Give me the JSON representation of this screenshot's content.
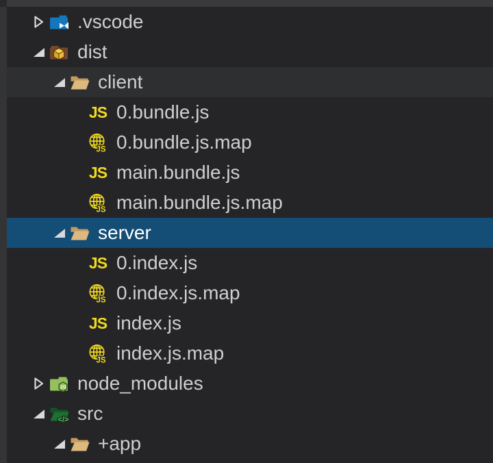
{
  "colors": {
    "bg": "#252527",
    "strip": "#3a3a3c",
    "strip-left": "#343436",
    "corner": "#29292b",
    "hover": "#2d2f31",
    "selection": "#144d75",
    "text": "#cfcfcf",
    "text-selected": "#ffffff",
    "twisty": "#d9d9d9",
    "js-yellow": "#f2da1e",
    "vscode-blue": "#1277bd",
    "folder-tan-front": "#dcb97e",
    "folder-tan-back": "#c49a61",
    "dist-brown": "#74482a",
    "dist-gold-top": "#f7d74a",
    "dist-gold-left": "#d9a62e",
    "dist-gold-right": "#eebc35",
    "node-green": "#95c05f",
    "node-badge-stroke": "#3c661e",
    "src-green-back": "#14532a",
    "src-green-front": "#1d6f34",
    "src-code-green": "#3bd24d"
  },
  "icons": {
    "js_text": "JS",
    "map_badge_text": "JS",
    "node_badge_text": "JS",
    "src_code_text": "</>"
  },
  "tree": {
    "rows": [
      {
        "label": ".vscode",
        "depth": 0,
        "icon": "vscode-folder",
        "twisty": "collapsed",
        "state": "default"
      },
      {
        "label": "dist",
        "depth": 0,
        "icon": "dist-folder",
        "twisty": "expanded",
        "state": "default"
      },
      {
        "label": "client",
        "depth": 1,
        "icon": "open-folder",
        "twisty": "expanded",
        "state": "hovered"
      },
      {
        "label": "0.bundle.js",
        "depth": 2,
        "icon": "js-file",
        "twisty": "none",
        "state": "default"
      },
      {
        "label": "0.bundle.js.map",
        "depth": 2,
        "icon": "map-file",
        "twisty": "none",
        "state": "default"
      },
      {
        "label": "main.bundle.js",
        "depth": 2,
        "icon": "js-file",
        "twisty": "none",
        "state": "default"
      },
      {
        "label": "main.bundle.js.map",
        "depth": 2,
        "icon": "map-file",
        "twisty": "none",
        "state": "default"
      },
      {
        "label": "server",
        "depth": 1,
        "icon": "open-folder",
        "twisty": "expanded",
        "state": "selected"
      },
      {
        "label": "0.index.js",
        "depth": 2,
        "icon": "js-file",
        "twisty": "none",
        "state": "default"
      },
      {
        "label": "0.index.js.map",
        "depth": 2,
        "icon": "map-file",
        "twisty": "none",
        "state": "default"
      },
      {
        "label": "index.js",
        "depth": 2,
        "icon": "js-file",
        "twisty": "none",
        "state": "default"
      },
      {
        "label": "index.js.map",
        "depth": 2,
        "icon": "map-file",
        "twisty": "none",
        "state": "default"
      },
      {
        "label": "node_modules",
        "depth": 0,
        "icon": "node-folder",
        "twisty": "collapsed",
        "state": "default"
      },
      {
        "label": "src",
        "depth": 0,
        "icon": "src-folder",
        "twisty": "expanded",
        "state": "default"
      },
      {
        "label": "+app",
        "depth": 1,
        "icon": "open-folder",
        "twisty": "expanded",
        "state": "default"
      }
    ]
  }
}
